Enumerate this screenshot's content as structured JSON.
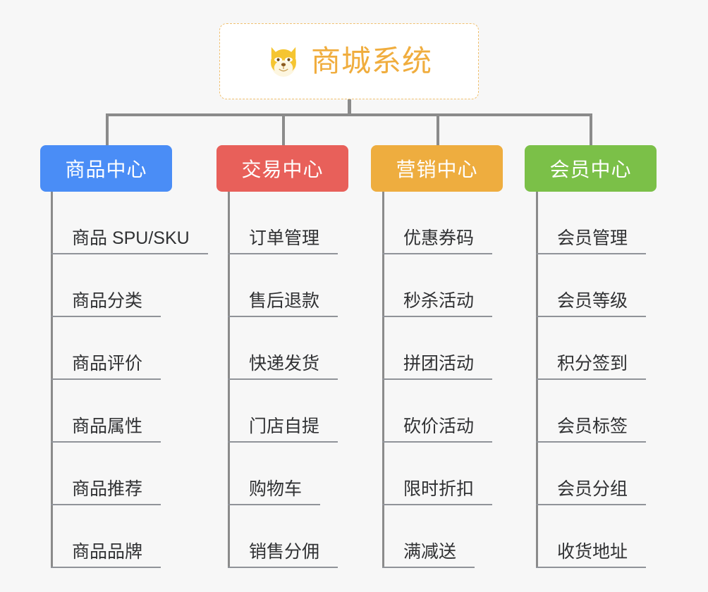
{
  "diagram": {
    "title": "商城系统",
    "root_icon": "shiba-inu-icon",
    "background_color": "#f7f7f7",
    "root": {
      "label": "商城系统",
      "text_color": "#f0ad3e",
      "border_color": "#f0c070",
      "fill_color": "#ffffff"
    },
    "connector_color": "#8b8b8b",
    "columns": [
      {
        "id": "product-center",
        "header": "商品中心",
        "color": "#4a8df6",
        "items": [
          "商品 SPU/SKU",
          "商品分类",
          "商品评价",
          "商品属性",
          "商品推荐",
          "商品品牌"
        ]
      },
      {
        "id": "trade-center",
        "header": "交易中心",
        "color": "#e8605a",
        "items": [
          "订单管理",
          "售后退款",
          "快递发货",
          "门店自提",
          "购物车",
          "销售分佣"
        ]
      },
      {
        "id": "marketing-center",
        "header": "营销中心",
        "color": "#eead3f",
        "items": [
          "优惠券码",
          "秒杀活动",
          "拼团活动",
          "砍价活动",
          "限时折扣",
          "满减送"
        ]
      },
      {
        "id": "member-center",
        "header": "会员中心",
        "color": "#7bc048",
        "items": [
          "会员管理",
          "会员等级",
          "积分签到",
          "会员标签",
          "会员分组",
          "收货地址"
        ]
      }
    ]
  }
}
